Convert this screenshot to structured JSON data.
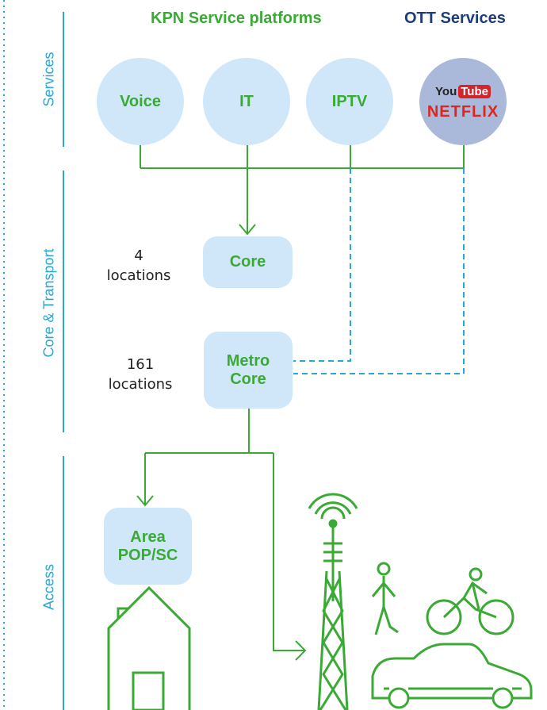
{
  "headers": {
    "kpn": "KPN Service platforms",
    "ott": "OTT Services"
  },
  "lanes": {
    "services": "Services",
    "core_transport": "Core & Transport",
    "access": "Access"
  },
  "services": {
    "voice": "Voice",
    "it": "IT",
    "iptv": "IPTV",
    "ott_logos": {
      "youtube_you": "You",
      "youtube_tube": "Tube",
      "netflix": "NETFLIX"
    }
  },
  "core": {
    "label": "Core",
    "locations_count": "4",
    "locations_word": "locations"
  },
  "metro": {
    "label_line1": "Metro",
    "label_line2": "Core",
    "locations_count": "161",
    "locations_word": "locations"
  },
  "area": {
    "label_line1": "Area",
    "label_line2": "POP/SC"
  },
  "colors": {
    "green": "#3aaa35",
    "navy": "#1d3c78",
    "lane_blue": "#2aa6d8",
    "node_fill": "#cfe7f8",
    "ott_fill": "#aab8d9",
    "dashed": "#2aa6d8"
  },
  "icons": [
    "house-icon",
    "antenna-tower-icon",
    "pedestrian-icon",
    "cyclist-icon",
    "car-icon"
  ]
}
